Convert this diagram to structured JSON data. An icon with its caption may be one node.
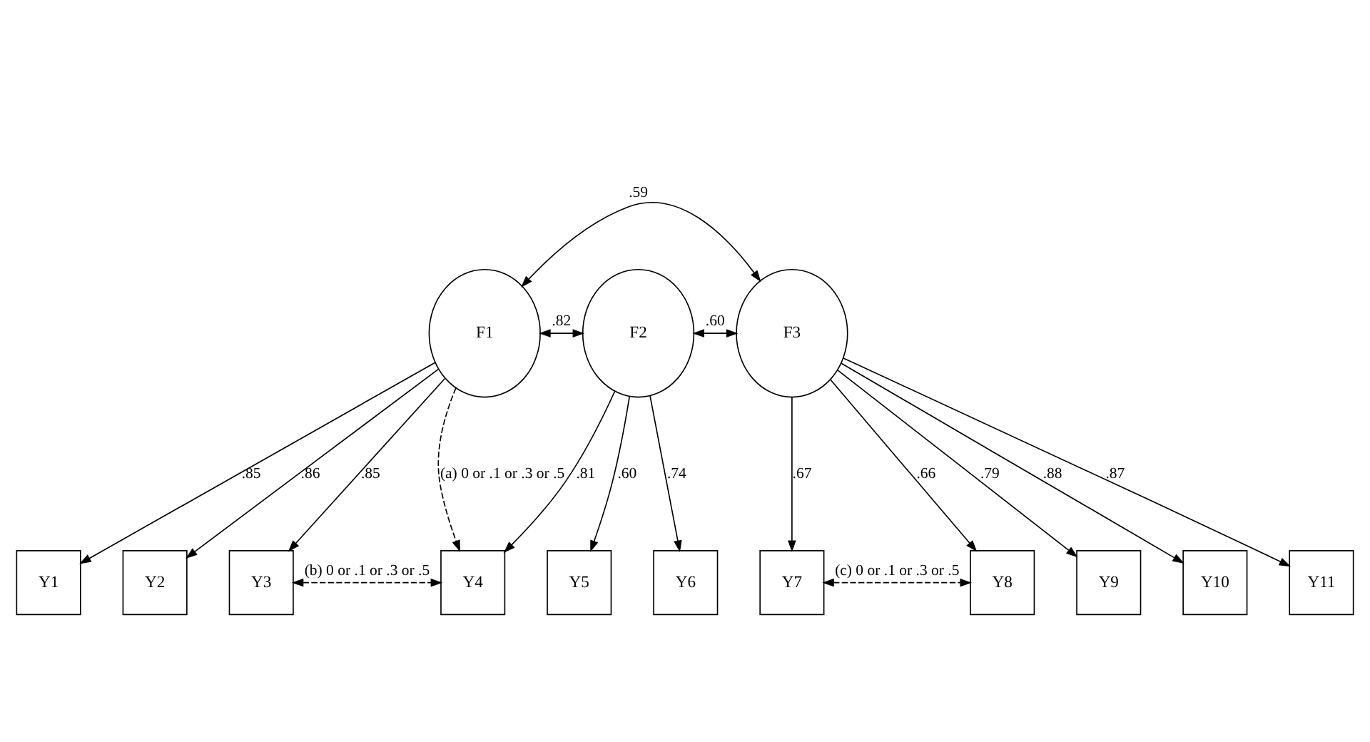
{
  "diagram": {
    "nodes": [
      {
        "text": [
          "F1"
        ]
      },
      {
        "text": [
          "F2"
        ]
      },
      {
        "text": [
          "F3"
        ]
      },
      {
        "text": [
          "Y1"
        ]
      },
      {
        "text": [
          "Y2"
        ]
      },
      {
        "text": [
          "Y3"
        ]
      },
      {
        "text": [
          "Y4"
        ]
      },
      {
        "text": [
          "Y5"
        ]
      },
      {
        "text": [
          "Y6"
        ]
      },
      {
        "text": [
          "Y7"
        ]
      },
      {
        "text": [
          "Y8"
        ]
      },
      {
        "text": [
          "Y9"
        ]
      },
      {
        "text": [
          "Y10"
        ]
      },
      {
        "text": [
          "Y11"
        ]
      }
    ],
    "edges": [
      {
        "from": 0,
        "to": 2,
        "arrow": "both",
        "label": ".59"
      },
      {
        "from": 0,
        "to": 1,
        "arrow": "both",
        "label": ".82"
      },
      {
        "from": 1,
        "to": 2,
        "arrow": "both",
        "label": ".60"
      },
      {
        "from": 0,
        "to": 3,
        "arrow": "to",
        "label": ".85"
      },
      {
        "from": 0,
        "to": 4,
        "arrow": "to",
        "label": ".86"
      },
      {
        "from": 0,
        "to": 5,
        "arrow": "to",
        "label": ".85"
      },
      {
        "from": 0,
        "to": 6,
        "arrow": "to",
        "label": "(a) 0 or .1 or .3 or .5",
        "style": "dashed"
      },
      {
        "from": 1,
        "to": 6,
        "arrow": "to",
        "label": ".81"
      },
      {
        "from": 1,
        "to": 7,
        "arrow": "to",
        "label": ".60"
      },
      {
        "from": 1,
        "to": 8,
        "arrow": "to",
        "label": ".74"
      },
      {
        "from": 2,
        "to": 9,
        "arrow": "to",
        "label": ".67"
      },
      {
        "from": 2,
        "to": 10,
        "arrow": "to",
        "label": ".66"
      },
      {
        "from": 2,
        "to": 11,
        "arrow": "to",
        "label": ".79"
      },
      {
        "from": 2,
        "to": 12,
        "arrow": "to",
        "label": ".88"
      },
      {
        "from": 2,
        "to": 13,
        "arrow": "to",
        "label": ".87"
      },
      {
        "from": 5,
        "to": 6,
        "arrow": "both",
        "label": "(b) 0 or .1 or .3 or .5",
        "style": "dashed"
      },
      {
        "from": 9,
        "to": 10,
        "arrow": "both",
        "label": "(c) 0 or .1 or .3 or .5",
        "style": "dashed"
      }
    ]
  }
}
